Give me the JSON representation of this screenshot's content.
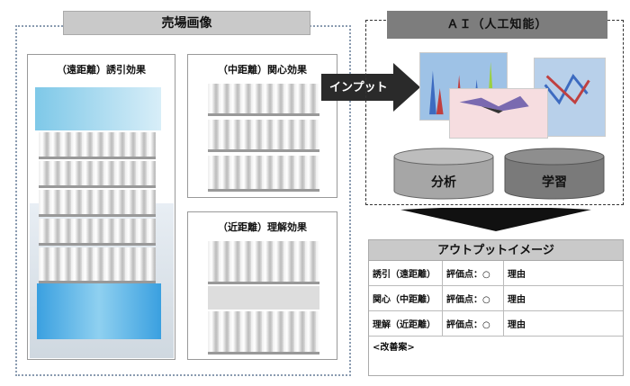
{
  "left": {
    "title": "売場画像",
    "panels": [
      {
        "label": "（遠距離）誘引効果"
      },
      {
        "label": "（中距離）関心効果"
      },
      {
        "label": "（近距離）理解効果"
      }
    ]
  },
  "input_arrow": {
    "label": "インプット"
  },
  "ai": {
    "title": "ＡＩ（人工知能）",
    "cylinders": [
      {
        "label": "分析",
        "color": "#a6a6a6"
      },
      {
        "label": "学習",
        "color": "#7a7a7a"
      }
    ]
  },
  "output": {
    "title": "アウトプットイメージ",
    "rows": [
      {
        "category": "誘引（遠距離）",
        "score": "評価点：○",
        "reason": "理由"
      },
      {
        "category": "関心（中距離）",
        "score": "評価点：○",
        "reason": "理由"
      },
      {
        "category": "理解（近距離）",
        "score": "評価点：○",
        "reason": "理由"
      }
    ],
    "note": "<改善案>"
  }
}
